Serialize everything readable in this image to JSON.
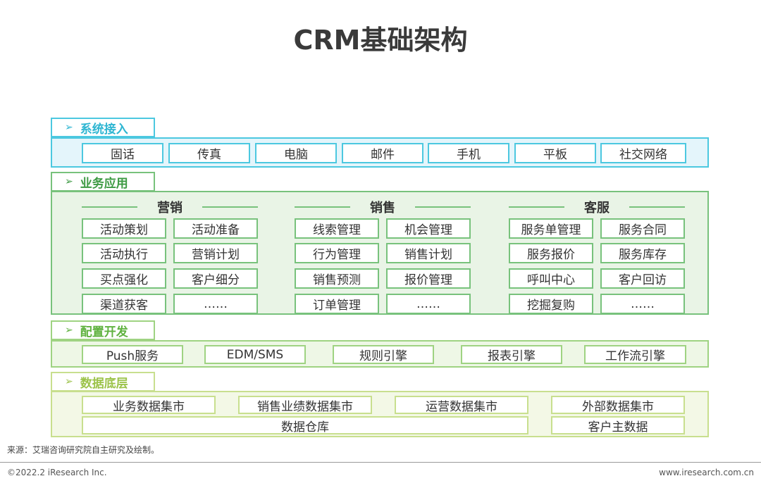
{
  "title": "CRM基础架构",
  "colors": {
    "access": "#4cc8e0",
    "access_bg": "#e4f5fb",
    "business": "#78c27c",
    "business_bg": "#e9f4e6",
    "config": "#9fd382",
    "config_bg": "#eef7e6",
    "data": "#c8df8e",
    "data_bg": "#f3f8e6"
  },
  "sections": {
    "access": {
      "label": "系统接入",
      "items": [
        "固话",
        "传真",
        "电脑",
        "邮件",
        "手机",
        "平板",
        "社交网络"
      ]
    },
    "business": {
      "label": "业务应用",
      "groups": [
        {
          "name": "营销",
          "items": [
            "活动策划",
            "活动准备",
            "活动执行",
            "营销计划",
            "买点强化",
            "客户细分",
            "渠道获客",
            "……"
          ]
        },
        {
          "name": "销售",
          "items": [
            "线索管理",
            "机会管理",
            "行为管理",
            "销售计划",
            "销售预测",
            "报价管理",
            "订单管理",
            "……"
          ]
        },
        {
          "name": "客服",
          "items": [
            "服务单管理",
            "服务合同",
            "服务报价",
            "服务库存",
            "呼叫中心",
            "客户回访",
            "挖掘复购",
            "……"
          ]
        }
      ]
    },
    "config": {
      "label": "配置开发",
      "items": [
        "Push服务",
        "EDM/SMS",
        "规则引擎",
        "报表引擎",
        "工作流引擎"
      ]
    },
    "data": {
      "label": "数据底层",
      "row1": [
        "业务数据集市",
        "销售业绩数据集市",
        "运营数据集市",
        "外部数据集市"
      ],
      "warehouse": "数据仓库",
      "master": "客户主数据"
    }
  },
  "footer": {
    "source": "来源：艾瑞咨询研究院自主研究及绘制。",
    "copyright": "©2022.2 iResearch Inc.",
    "website": "www.iresearch.com.cn"
  }
}
